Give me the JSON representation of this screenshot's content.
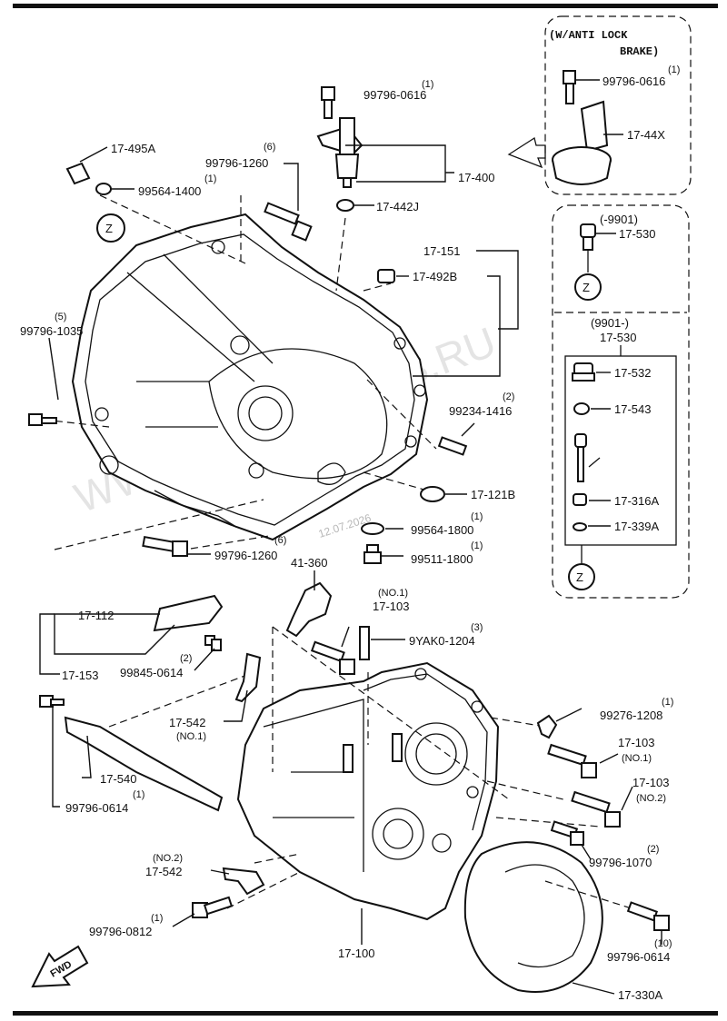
{
  "watermark": "WWW.KAPANCATS.RU",
  "watermark_date": "12.07.2026",
  "fwd_label": "FWD",
  "abs_box": {
    "line1": "(W/ANTI LOCK",
    "line2": "BRAKE)",
    "bolt": {
      "part": "99796-0616",
      "qty": "(1)"
    },
    "sensor": "17-44X"
  },
  "z_box": {
    "upper": {
      "range": "(-9901)",
      "part": "17-530",
      "marker": "Z"
    },
    "lower": {
      "range": "(9901-)",
      "part": "17-530",
      "items": [
        "17-532",
        "17-543",
        "17-316A",
        "17-339A"
      ],
      "marker": "Z"
    }
  },
  "z_marker_main": "Z",
  "labels": {
    "p_99796_0616": {
      "part": "99796-0616",
      "qty": "(1)"
    },
    "p_17_495A": {
      "part": "17-495A"
    },
    "p_99796_1260_top": {
      "part": "99796-1260",
      "qty": "(6)"
    },
    "p_99564_1400": {
      "part": "99564-1400",
      "qty": "(1)"
    },
    "p_17_400": {
      "part": "17-400"
    },
    "p_17_442J": {
      "part": "17-442J"
    },
    "p_17_151": {
      "part": "17-151"
    },
    "p_17_492B": {
      "part": "17-492B"
    },
    "p_99796_1035": {
      "part": "99796-1035",
      "qty": "(5)"
    },
    "p_99234_1416": {
      "part": "99234-1416",
      "qty": "(2)"
    },
    "p_17_121B": {
      "part": "17-121B"
    },
    "p_99564_1800": {
      "part": "99564-1800",
      "qty": "(1)"
    },
    "p_99511_1800": {
      "part": "99511-1800",
      "qty": "(1)"
    },
    "p_99796_1260_mid": {
      "part": "99796-1260",
      "qty": "(6)"
    },
    "p_41_360": {
      "part": "41-360"
    },
    "p_17_103_top": {
      "part": "17-103",
      "qty": "(NO.1)"
    },
    "p_9YAK0_1204": {
      "part": "9YAK0-1204",
      "qty": "(3)"
    },
    "p_17_112": {
      "part": "17-112"
    },
    "p_99845_0614": {
      "part": "99845-0614",
      "qty": "(2)"
    },
    "p_17_153": {
      "part": "17-153"
    },
    "p_17_542_top": {
      "part": "17-542",
      "qty": "(NO.1)"
    },
    "p_17_540": {
      "part": "17-540"
    },
    "p_99796_0614_left": {
      "part": "99796-0614",
      "qty": "(1)"
    },
    "p_99276_1208": {
      "part": "99276-1208",
      "qty": "(1)"
    },
    "p_17_103_right1": {
      "part": "17-103",
      "qty": "(NO.1)"
    },
    "p_17_103_right2": {
      "part": "17-103",
      "qty": "(NO.2)"
    },
    "p_99796_1070": {
      "part": "99796-1070",
      "qty": "(2)"
    },
    "p_17_542_bottom": {
      "part": "17-542",
      "qty": "(NO.2)"
    },
    "p_99796_0812": {
      "part": "99796-0812",
      "qty": "(1)"
    },
    "p_17_100": {
      "part": "17-100"
    },
    "p_99796_0614_right": {
      "part": "99796-0614",
      "qty": "(10)"
    },
    "p_17_330A": {
      "part": "17-330A"
    }
  }
}
